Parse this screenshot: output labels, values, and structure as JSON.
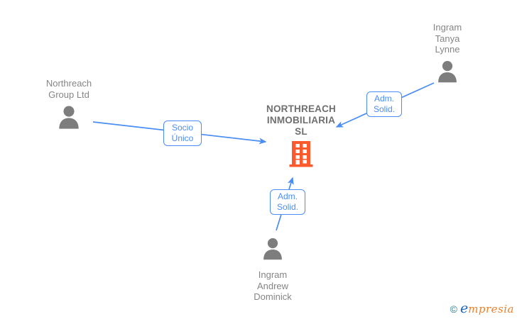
{
  "diagram": {
    "company": {
      "label": "NORTHREACH INMOBILIARIA SL",
      "icon": "building-icon"
    },
    "nodes": [
      {
        "id": "northreach-group",
        "label": "Northreach Group Ltd",
        "type": "person",
        "icon": "person-icon"
      },
      {
        "id": "ingram-tanya-lynne",
        "label": "Ingram Tanya Lynne",
        "type": "person",
        "icon": "person-icon"
      },
      {
        "id": "ingram-andrew-dominick",
        "label": "Ingram Andrew Dominick",
        "type": "person",
        "icon": "person-icon"
      }
    ],
    "edges": [
      {
        "from": "northreach-group",
        "to": "company",
        "label": "Socio Único"
      },
      {
        "from": "ingram-tanya-lynne",
        "to": "company",
        "label": "Adm. Solid."
      },
      {
        "from": "ingram-andrew-dominick",
        "to": "company",
        "label": "Adm. Solid."
      }
    ],
    "colors": {
      "edge_blue": "#4a8df5",
      "company_orange": "#fb5a2d",
      "person_gray": "#7d7d7d",
      "node_text_gray": "#858585",
      "company_text_gray": "#6f6f6f"
    }
  },
  "watermark": {
    "copyright": "©",
    "brand_first": "e",
    "brand_rest": "mpresia",
    "colors": {
      "copyright_teal": "#2b7a8c",
      "e_blue": "#1565c0",
      "rest_orange": "#ef7f2a"
    }
  }
}
